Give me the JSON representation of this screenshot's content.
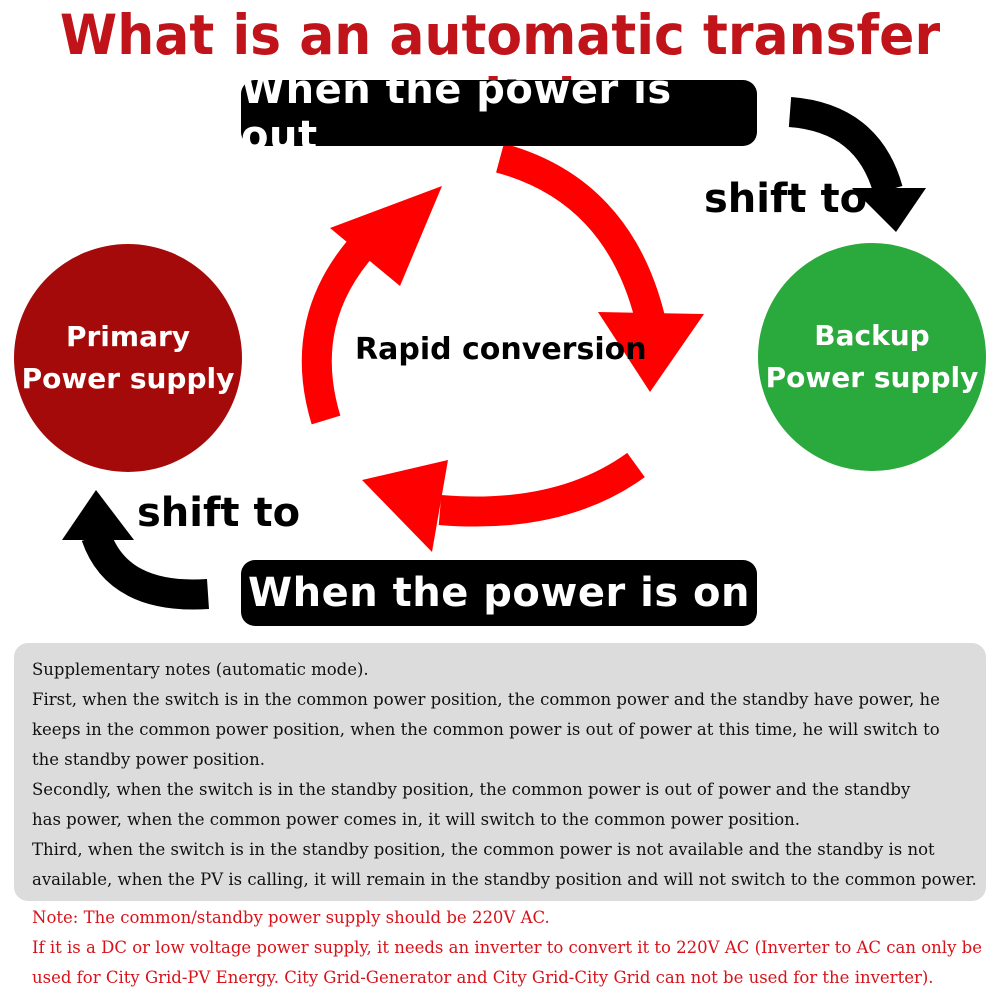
{
  "title": "What is an automatic transfer switch",
  "top_pill": "When the power is out",
  "bottom_pill": "When the power is on",
  "shift_top": "shift to",
  "shift_bottom": "shift to",
  "center_label": "Rapid conversion",
  "primary": {
    "line1": "Primary",
    "line2": "Power supply",
    "color": "#a50a0a"
  },
  "backup": {
    "line1": "Backup",
    "line2": "Power supply",
    "color": "#2aa93c"
  },
  "colors": {
    "title": "#c0141a",
    "cycle_arrows": "#ff0000",
    "shift_arrows": "#000000",
    "note_red": "#d8121a"
  },
  "notes": {
    "lines": [
      "Supplementary notes (automatic mode).",
      "First, when the switch is in the common power position, the common power and the standby have power, he",
      "keeps in the common power position, when the common power is out of power at this time, he will switch to",
      "the standby power position.",
      "Secondly, when the switch is in the standby position, the common power is out of power and the standby",
      "has power, when the common power comes in, it will switch to the common power position.",
      "Third, when the switch is in the standby position, the common power is not available and the standby is not",
      "available, when the PV is calling, it will remain in the standby position and will not switch to the common power."
    ]
  },
  "note_red": {
    "line1": "Note: The common/standby power supply should be 220V AC.",
    "line2": "If it is a DC or low voltage power supply, it needs an inverter to convert it to 220V AC (Inverter to AC can only be",
    "line3": "used for City Grid-PV Energy. City Grid-Generator and City Grid-City Grid can not be used for the inverter)."
  }
}
